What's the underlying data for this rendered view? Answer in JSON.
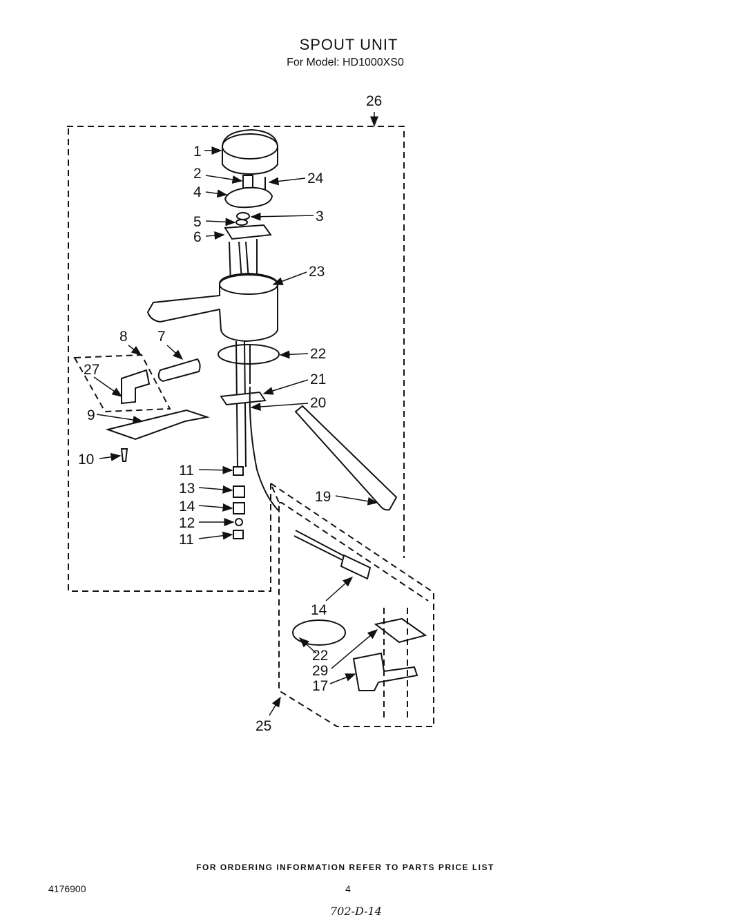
{
  "header": {
    "title": "SPOUT UNIT",
    "subtitle": "For Model: HD1000XS0"
  },
  "callouts": {
    "c1": "1",
    "c2": "2",
    "c3": "3",
    "c4": "4",
    "c5": "5",
    "c6": "6",
    "c7": "7",
    "c8": "8",
    "c9": "9",
    "c10": "10",
    "c11a": "11",
    "c11b": "11",
    "c12": "12",
    "c13": "13",
    "c14a": "14",
    "c14b": "14",
    "c17": "17",
    "c19": "19",
    "c20": "20",
    "c21": "21",
    "c22a": "22",
    "c22b": "22",
    "c23": "23",
    "c24": "24",
    "c25": "25",
    "c26": "26",
    "c27": "27",
    "c29": "29"
  },
  "footer": {
    "ordering_note": "FOR ORDERING INFORMATION REFER TO PARTS PRICE LIST",
    "document_number": "4176900",
    "page_number": "4",
    "handwritten_note": "702-D-14"
  }
}
